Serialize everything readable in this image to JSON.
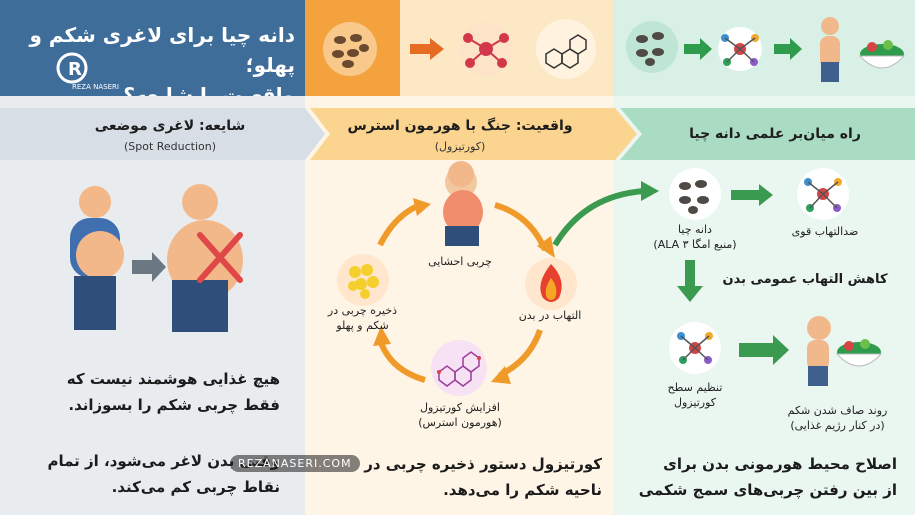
{
  "header": {
    "title_line1": "دانه چیا برای لاغری شکم و پهلو؛",
    "title_line2": "واقعیت یا شایعه؟",
    "brand": "REZA NASERI"
  },
  "left": {
    "heading": "شایعه: لاغری موضعی",
    "subheading": "(Spot Reduction)",
    "text_line1": "هیچ غذایی هوشمند نیست که",
    "text_line2": "فقط چربی شکم را بسوزاند.",
    "text_line3": "وقتی بدن لاغر می‌شود، از تمام",
    "text_line4": "نقاط چربی کم می‌کند."
  },
  "middle": {
    "heading": "واقعیت: جنگ با هورمون استرس",
    "subheading": "(کورتیزول)",
    "cycle": {
      "visceral": "چربی احشایی",
      "inflammation": "التهاب در بدن",
      "cortisol_line1": "افزایش کورتیزول",
      "cortisol_line2": "(هورمون استرس)",
      "storage_line1": "ذخیره چربی در",
      "storage_line2": "شکم و پهلو"
    },
    "text_line1": "کورتیزول دستور ذخیره چربی در",
    "text_line2": "ناحیه شکم را می‌دهد."
  },
  "right": {
    "heading": "راه میان‌بر علمی دانه چیا",
    "chia_line1": "دانه چیا",
    "chia_line2": "(منبع امگا ۳ ALA)",
    "anti_inflammatory": "ضدالتهاب قوی",
    "reduce_inflammation": "کاهش التهاب عمومی بدن",
    "cortisol_line1": "تنظیم سطح",
    "cortisol_line2": "کورتیزول",
    "result_line1": "روند صاف شدن شکم",
    "result_line2": "(در کنار رژیم غذایی)",
    "text_line1": "اصلاح محیط هورمونی بدن برای",
    "text_line2": "از بین رفتن چربی‌های سمج شکمی"
  },
  "watermark": "REZANASERI.COM",
  "colors": {
    "blue": "#3f6d9a",
    "orange": "#f3a23d",
    "green": "#3fb79a",
    "red_cross": "#e04848"
  }
}
